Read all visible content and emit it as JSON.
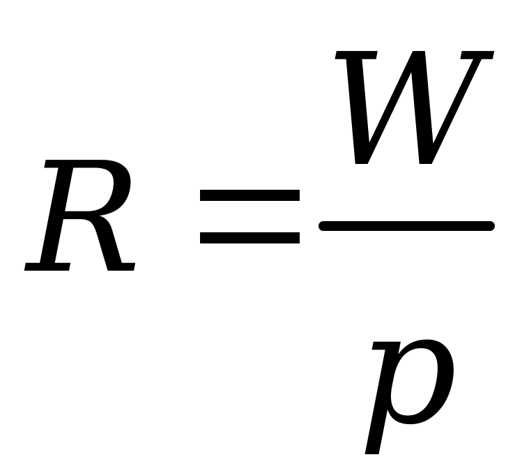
{
  "formula": {
    "lhs": "R",
    "operator": "=",
    "numerator": "W",
    "denominator": "p"
  }
}
